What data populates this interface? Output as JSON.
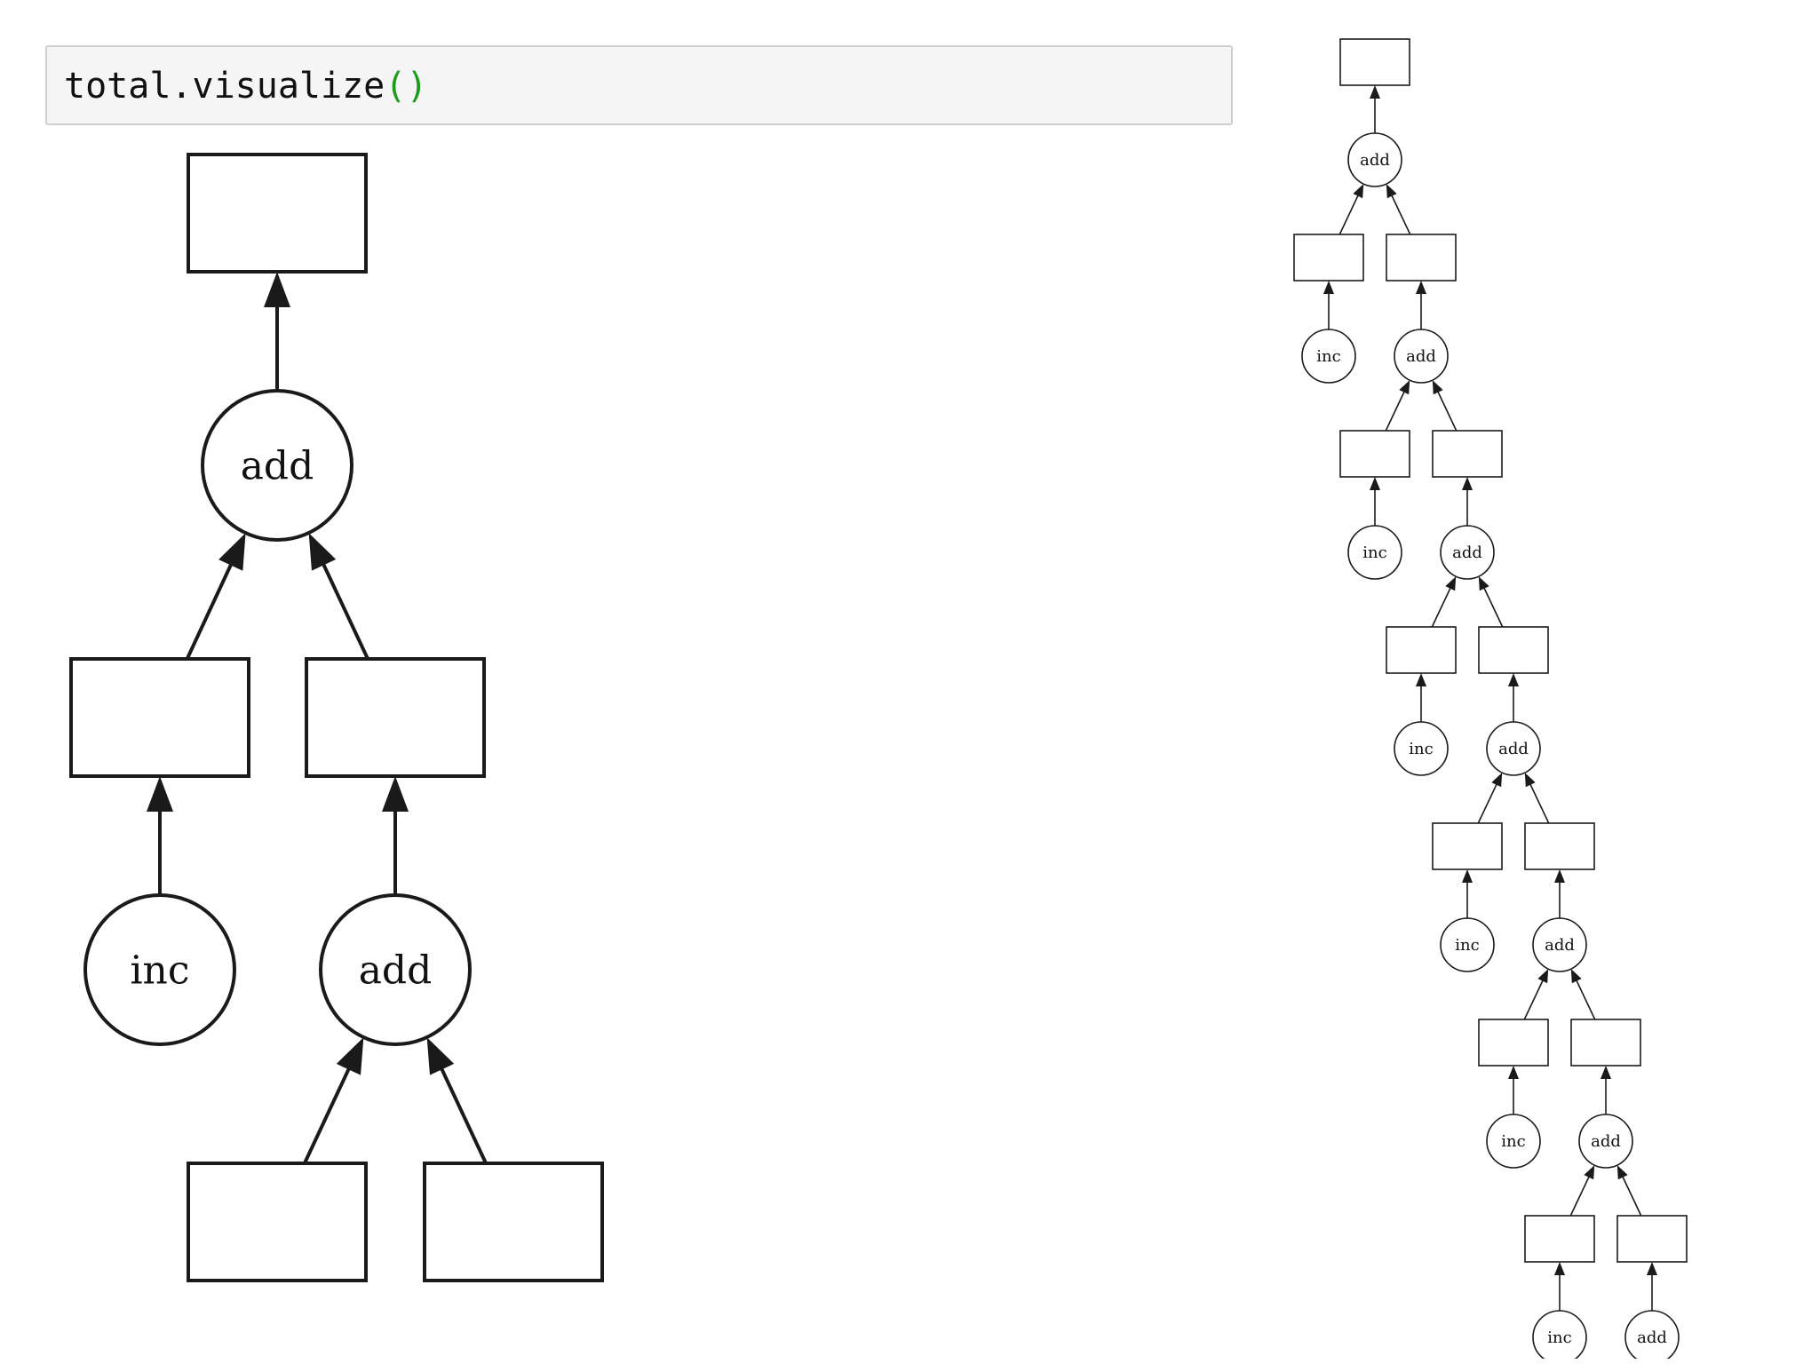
{
  "code_cell": {
    "code_text": "total.visualize",
    "code_parens": "()"
  },
  "large_graph": {
    "nodes": [
      {
        "id": "L_box_out",
        "kind": "box",
        "label": ""
      },
      {
        "id": "L_add1",
        "kind": "circle",
        "label": "add"
      },
      {
        "id": "L_box_a",
        "kind": "box",
        "label": ""
      },
      {
        "id": "L_box_b",
        "kind": "box",
        "label": ""
      },
      {
        "id": "L_inc1",
        "kind": "circle",
        "label": "inc"
      },
      {
        "id": "L_add2",
        "kind": "circle",
        "label": "add"
      },
      {
        "id": "L_box_c",
        "kind": "box",
        "label": ""
      },
      {
        "id": "L_box_d",
        "kind": "box",
        "label": ""
      }
    ],
    "edges": [
      {
        "from": "L_add1",
        "to": "L_box_out"
      },
      {
        "from": "L_box_a",
        "to": "L_add1"
      },
      {
        "from": "L_box_b",
        "to": "L_add1"
      },
      {
        "from": "L_inc1",
        "to": "L_box_a"
      },
      {
        "from": "L_add2",
        "to": "L_box_b"
      },
      {
        "from": "L_box_c",
        "to": "L_add2"
      },
      {
        "from": "L_box_d",
        "to": "L_add2"
      }
    ]
  },
  "small_graph": {
    "nodes": [
      {
        "id": "S_out",
        "kind": "box",
        "label": ""
      },
      {
        "id": "S_add1",
        "kind": "circle",
        "label": "add"
      },
      {
        "id": "S_b1l",
        "kind": "box",
        "label": ""
      },
      {
        "id": "S_b1r",
        "kind": "box",
        "label": ""
      },
      {
        "id": "S_inc1",
        "kind": "circle",
        "label": "inc"
      },
      {
        "id": "S_add2",
        "kind": "circle",
        "label": "add"
      },
      {
        "id": "S_b2l",
        "kind": "box",
        "label": ""
      },
      {
        "id": "S_b2r",
        "kind": "box",
        "label": ""
      },
      {
        "id": "S_inc2",
        "kind": "circle",
        "label": "inc"
      },
      {
        "id": "S_add3",
        "kind": "circle",
        "label": "add"
      },
      {
        "id": "S_b3l",
        "kind": "box",
        "label": ""
      },
      {
        "id": "S_b3r",
        "kind": "box",
        "label": ""
      },
      {
        "id": "S_inc3",
        "kind": "circle",
        "label": "inc"
      },
      {
        "id": "S_add4",
        "kind": "circle",
        "label": "add"
      },
      {
        "id": "S_b4l",
        "kind": "box",
        "label": ""
      },
      {
        "id": "S_b4r",
        "kind": "box",
        "label": ""
      },
      {
        "id": "S_inc4",
        "kind": "circle",
        "label": "inc"
      },
      {
        "id": "S_add5",
        "kind": "circle",
        "label": "add"
      },
      {
        "id": "S_b5l",
        "kind": "box",
        "label": ""
      },
      {
        "id": "S_b5r",
        "kind": "box",
        "label": ""
      },
      {
        "id": "S_inc5",
        "kind": "circle",
        "label": "inc"
      },
      {
        "id": "S_add6",
        "kind": "circle",
        "label": "add"
      },
      {
        "id": "S_b6l",
        "kind": "box",
        "label": ""
      },
      {
        "id": "S_b6r",
        "kind": "box",
        "label": ""
      },
      {
        "id": "S_inc6",
        "kind": "circle",
        "label": "inc"
      },
      {
        "id": "S_add7",
        "kind": "circle",
        "label": "add"
      }
    ],
    "edges": [
      {
        "from": "S_add1",
        "to": "S_out"
      },
      {
        "from": "S_b1l",
        "to": "S_add1"
      },
      {
        "from": "S_b1r",
        "to": "S_add1"
      },
      {
        "from": "S_inc1",
        "to": "S_b1l"
      },
      {
        "from": "S_add2",
        "to": "S_b1r"
      },
      {
        "from": "S_b2l",
        "to": "S_add2"
      },
      {
        "from": "S_b2r",
        "to": "S_add2"
      },
      {
        "from": "S_inc2",
        "to": "S_b2l"
      },
      {
        "from": "S_add3",
        "to": "S_b2r"
      },
      {
        "from": "S_b3l",
        "to": "S_add3"
      },
      {
        "from": "S_b3r",
        "to": "S_add3"
      },
      {
        "from": "S_inc3",
        "to": "S_b3l"
      },
      {
        "from": "S_add4",
        "to": "S_b3r"
      },
      {
        "from": "S_b4l",
        "to": "S_add4"
      },
      {
        "from": "S_b4r",
        "to": "S_add4"
      },
      {
        "from": "S_inc4",
        "to": "S_b4l"
      },
      {
        "from": "S_add5",
        "to": "S_b4r"
      },
      {
        "from": "S_b5l",
        "to": "S_add5"
      },
      {
        "from": "S_b5r",
        "to": "S_add5"
      },
      {
        "from": "S_inc5",
        "to": "S_b5l"
      },
      {
        "from": "S_add6",
        "to": "S_b5r"
      },
      {
        "from": "S_b6l",
        "to": "S_add6"
      },
      {
        "from": "S_b6r",
        "to": "S_add6"
      },
      {
        "from": "S_inc6",
        "to": "S_b6l"
      },
      {
        "from": "S_add7",
        "to": "S_b6r"
      }
    ]
  }
}
